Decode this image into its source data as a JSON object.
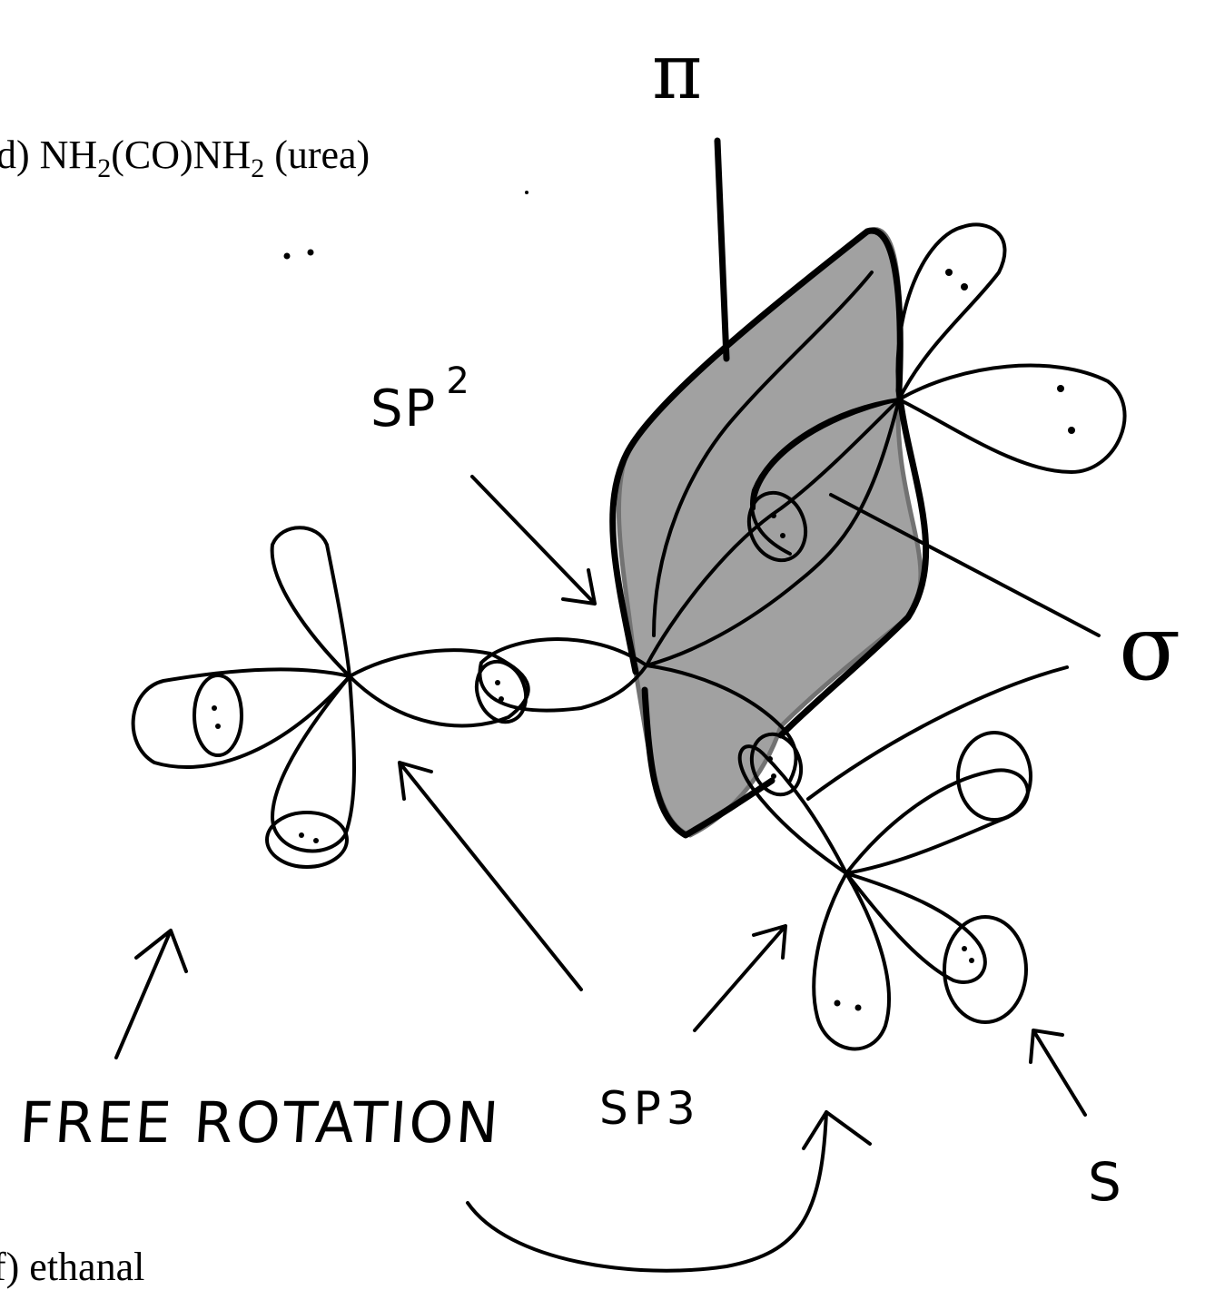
{
  "question": {
    "prefix": "d) NH",
    "sub1": "2",
    "middle": "(CO)NH",
    "sub2": "2",
    "suffix": " (urea)"
  },
  "next_question": "f) ethanal",
  "labels": {
    "pi": "π",
    "sp2_base": "SP",
    "sp2_exp": "2",
    "sigma": "σ",
    "free_rotation": "FREE ROTATION",
    "sp3": "SP3",
    "s": "S"
  }
}
